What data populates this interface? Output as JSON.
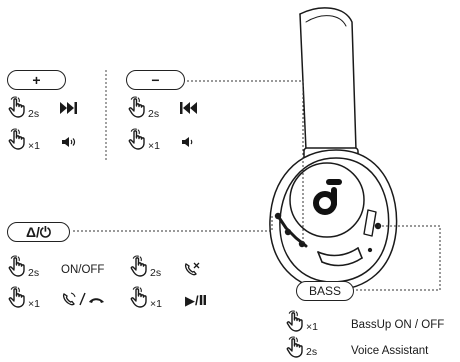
{
  "buttons": {
    "plus": "+",
    "minus": "−",
    "power": "Δ/⏻",
    "bass": "BASS"
  },
  "plus_section": {
    "hold": {
      "duration": "2s",
      "action_icon": "next-track-icon"
    },
    "press": {
      "count": "×1",
      "action_icon": "volume-up-icon"
    }
  },
  "minus_section": {
    "hold": {
      "duration": "2s",
      "action_icon": "previous-track-icon"
    },
    "press": {
      "count": "×1",
      "action_icon": "volume-down-icon"
    }
  },
  "power_section": {
    "hold_onoff": {
      "duration": "2s",
      "action": "ON/OFF"
    },
    "hold_reject": {
      "duration": "2s",
      "action_icon": "reject-call-icon"
    },
    "press_call": {
      "count": "×1",
      "action_icon": "answer-end-call-icon"
    },
    "press_play": {
      "count": "×1",
      "action_icon": "play-pause-icon",
      "action": "▶/Ⅱ"
    }
  },
  "bass_section": {
    "press": {
      "count": "×1",
      "action": "BassUp ON / OFF"
    },
    "hold": {
      "duration": "2s",
      "action": "Voice Assistant"
    }
  },
  "logo_icon": "soundcore-logo-icon"
}
